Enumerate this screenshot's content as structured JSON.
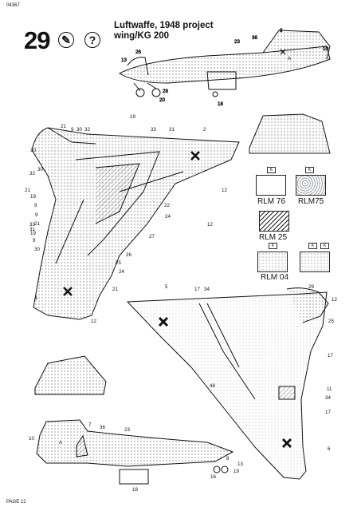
{
  "page_code": "04367",
  "footer": "PAGE 12",
  "step": {
    "number": "29",
    "help_symbol": "?"
  },
  "title": {
    "line1": "Luftwaffe, 1948 project",
    "line2": "wing/KG 200"
  },
  "colors": {
    "line": "#111111",
    "rlm76": "#d8dde2",
    "rlm75": "#9aa0a6",
    "rlm25": "#5f7a55",
    "rlm04": "#e8c84a"
  },
  "legend": [
    {
      "label": "RLM 76",
      "pattern": "plain"
    },
    {
      "label": "RLM75",
      "pattern": "mottle"
    },
    {
      "label": "RLM 25",
      "pattern": "hatch"
    },
    {
      "label": "RLM 04",
      "pattern": "dots"
    }
  ],
  "views": {
    "side_top": {
      "callouts": [
        "13",
        "26",
        "28",
        "20",
        "23",
        "36",
        "8",
        "10",
        "18"
      ],
      "code_letter": "A"
    },
    "plan_top": {
      "callouts": [
        "21",
        "9",
        "30",
        "32",
        "19",
        "33",
        "31",
        "2",
        "20",
        "30",
        "32",
        "21",
        "19",
        "9",
        "12",
        "9",
        "21",
        "22",
        "33",
        "31",
        "19",
        "9",
        "30",
        "24",
        "27",
        "26",
        "25",
        "21",
        "12",
        "1",
        "12",
        "24"
      ]
    },
    "plan_bottom": {
      "callouts": [
        "5",
        "17",
        "34",
        "29",
        "12",
        "25",
        "17",
        "48",
        "11",
        "34",
        "17",
        "6"
      ]
    },
    "side_bottom": {
      "callouts": [
        "10",
        "7",
        "36",
        "23",
        "13",
        "18",
        "8",
        "19",
        "16"
      ],
      "code_letter": "A"
    }
  }
}
